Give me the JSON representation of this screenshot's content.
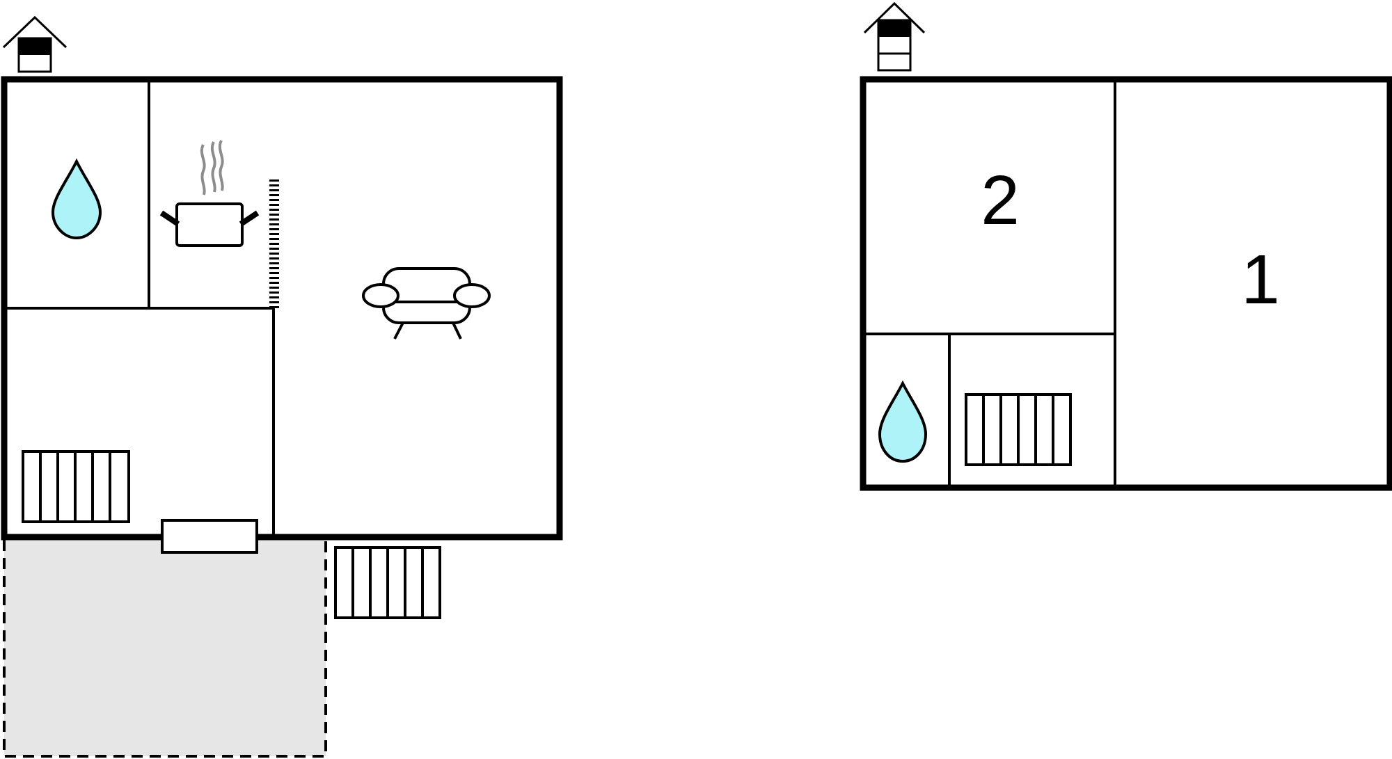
{
  "colors": {
    "wall": "#000000",
    "water": "#aef3f8",
    "terrace_fill": "#e6e6e6",
    "steam": "#8c8c8c"
  },
  "floors": [
    {
      "id": "ground-floor",
      "level_icon": "house-level-icon-ground",
      "rooms": [
        {
          "id": "bathroom",
          "icon": "water-drop-icon"
        },
        {
          "id": "kitchen",
          "icon": "cooking-pot-icon"
        },
        {
          "id": "living-room",
          "icon": "sofa-icon"
        },
        {
          "id": "hall",
          "icon": "staircase-icon"
        }
      ],
      "terrace": {
        "icon": "staircase-icon"
      }
    },
    {
      "id": "upper-floor",
      "level_icon": "house-level-icon-upper",
      "rooms": [
        {
          "id": "bedroom-2",
          "label": "2"
        },
        {
          "id": "bedroom-1",
          "label": "1"
        },
        {
          "id": "bathroom-upper",
          "icon": "water-drop-icon"
        },
        {
          "id": "landing",
          "icon": "staircase-icon"
        }
      ]
    }
  ]
}
